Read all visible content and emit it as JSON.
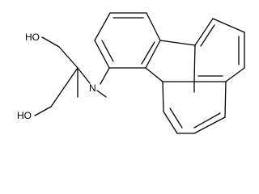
{
  "molecule": {
    "atom_labels": {
      "hydroxyl_top": "HO",
      "hydroxyl_bottom": "HO",
      "amine_nitrogen": "N"
    },
    "colors": {
      "bond": "#000000",
      "text": "#000000",
      "background": "#ffffff"
    }
  }
}
